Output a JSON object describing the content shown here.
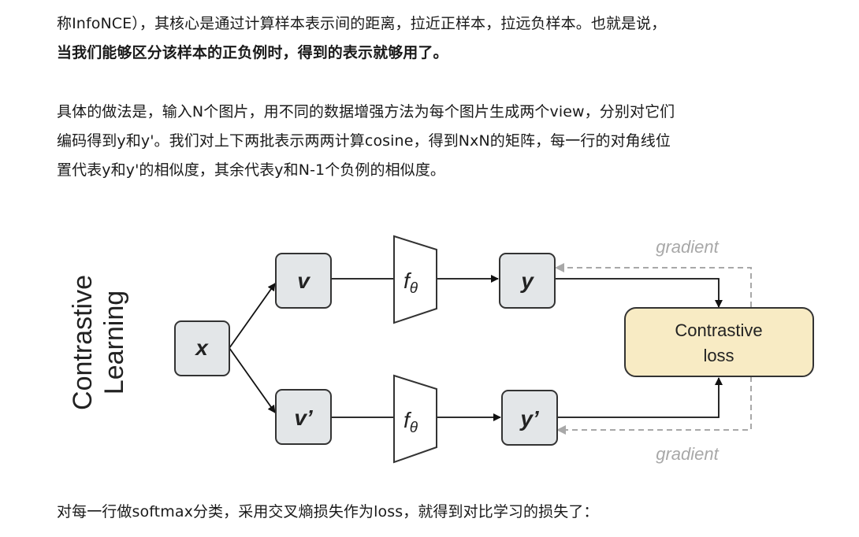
{
  "paragraph1": {
    "line1": "称InfoNCE），其核心是通过计算样本表示间的距离，拉近正样本，拉远负样本。也就是说，",
    "line2_bold": "当我们能够区分该样本的正负例时，得到的表示就够用了。"
  },
  "paragraph2": {
    "line1": "具体的做法是，输入N个图片，用不同的数据增强方法为每个图片生成两个view，分别对它们",
    "line2": "编码得到y和y'。我们对上下两批表示两两计算cosine，得到NxN的矩阵，每一行的对角线位",
    "line3": "置代表y和y'的相似度，其余代表y和N-1个负例的相似度。"
  },
  "figure": {
    "side_title_line1": "Contrastive",
    "side_title_line2": "Learning",
    "input_label": "x",
    "view_top": "v",
    "view_bottom": "v’",
    "encoder_top": "f",
    "encoder_top_sub": "θ",
    "encoder_bottom": "f",
    "encoder_bottom_sub": "θ",
    "output_top": "y",
    "output_bottom": "y’",
    "loss_line1": "Contrastive",
    "loss_line2": "loss",
    "gradient_top": "gradient",
    "gradient_bottom": "gradient",
    "colors": {
      "node_fill": "#e3e6e8",
      "node_stroke": "#333333",
      "loss_fill": "#f8ebc4",
      "loss_stroke": "#333333",
      "gradient": "#a8a8a8"
    }
  },
  "paragraph3": {
    "line1": "对每一行做softmax分类，采用交叉熵损失作为loss，就得到对比学习的损失了："
  }
}
